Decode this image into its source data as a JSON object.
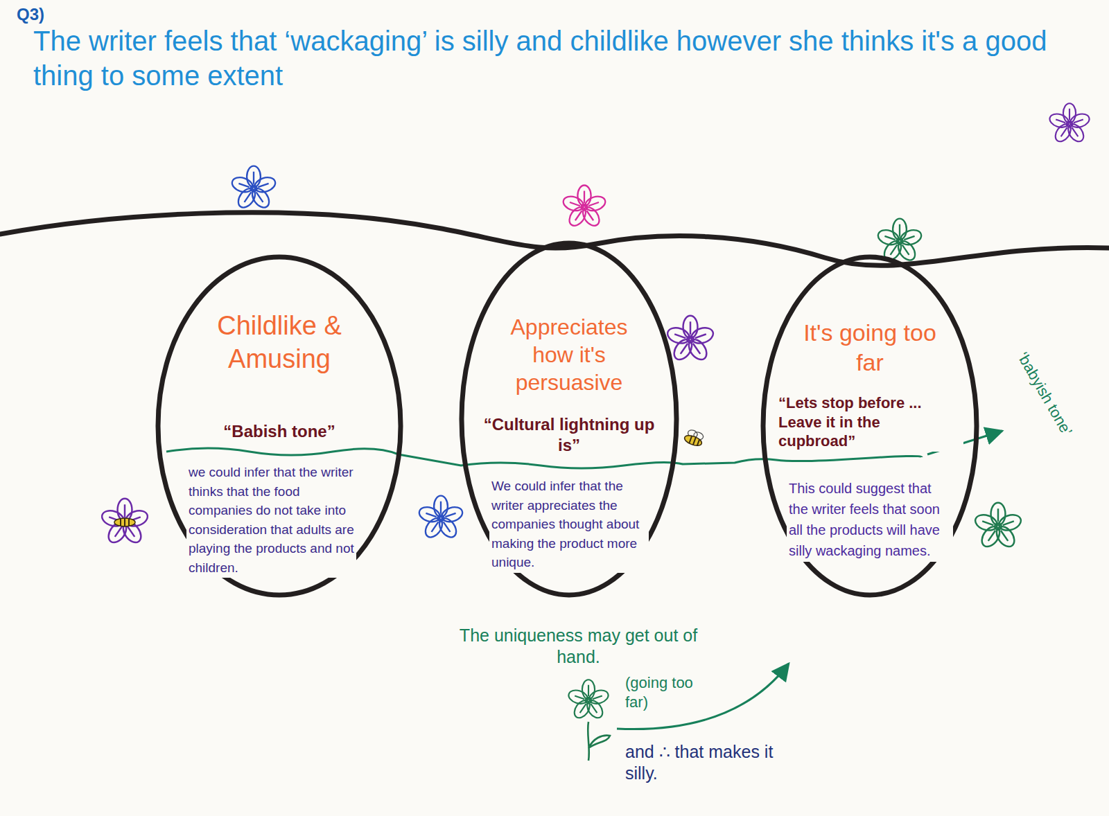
{
  "diagram": {
    "title": "The writer feels that ‘wackaging’ is silly and childlike however she thinks it's a good thing to some extent",
    "nodes": [
      {
        "text": [
          "Childlike & Amusing",
          "“Babish tone”",
          "we could infer that the writer thinks that the food companies do not take into consideration that adults are playing the products and not children."
        ]
      },
      {
        "text": [
          "Appreciates how it's persuasive",
          "“Cultural lightning up is”",
          "We could infer that the writer appreciates the companies thought about making the product more unique."
        ]
      },
      {
        "text": [
          "It's going too far",
          "“Lets stop before ... Leave it in the cupbroad”",
          "This could suggest that the writer feels that soon all the products will have silly wackaging names."
        ]
      }
    ],
    "labels": [
      "Q3)",
      "‘babyish tone’",
      "The uniqueness may get out of hand.",
      "(going too far)",
      "and ∴ that makes it silly."
    ]
  }
}
